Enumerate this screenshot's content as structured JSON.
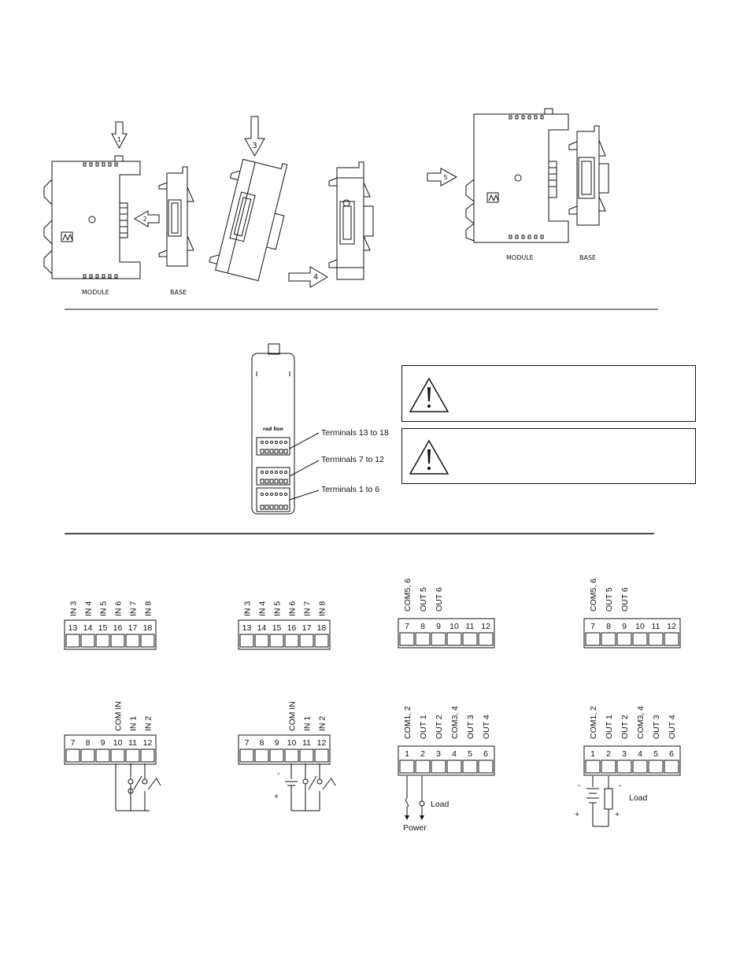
{
  "install": {
    "step_labels": [
      "1",
      "2",
      "3",
      "4",
      "5"
    ],
    "module_label": "MODULE",
    "base_label": "BASE",
    "logo_text": "red lion"
  },
  "terminal_callouts": [
    "Terminals 13 to 18",
    "Terminals 7 to 12",
    "Terminals 1 to 6"
  ],
  "input_upper": {
    "numbers": [
      "13",
      "14",
      "15",
      "16",
      "17",
      "18"
    ],
    "labels": [
      "IN 3",
      "IN 4",
      "IN 5",
      "IN 6",
      "IN 7",
      "IN 8"
    ]
  },
  "input_lower": {
    "numbers": [
      "7",
      "8",
      "9",
      "10",
      "11",
      "12"
    ],
    "labels": [
      "",
      "",
      "",
      "COM IN",
      "IN 1",
      "IN 2"
    ]
  },
  "output_upper": {
    "numbers": [
      "7",
      "8",
      "9",
      "10",
      "11",
      "12"
    ],
    "labels": [
      "COM5, 6",
      "OUT 5",
      "OUT 6",
      "",
      "",
      ""
    ]
  },
  "output_lower": {
    "numbers": [
      "1",
      "2",
      "3",
      "4",
      "5",
      "6"
    ],
    "labels": [
      "COM1, 2",
      "OUT 1",
      "OUT 2",
      "COM3, 4",
      "OUT 3",
      "OUT 4"
    ]
  },
  "wiring": {
    "load": "Load",
    "power": "Power",
    "minus": "-",
    "plus": "+"
  }
}
